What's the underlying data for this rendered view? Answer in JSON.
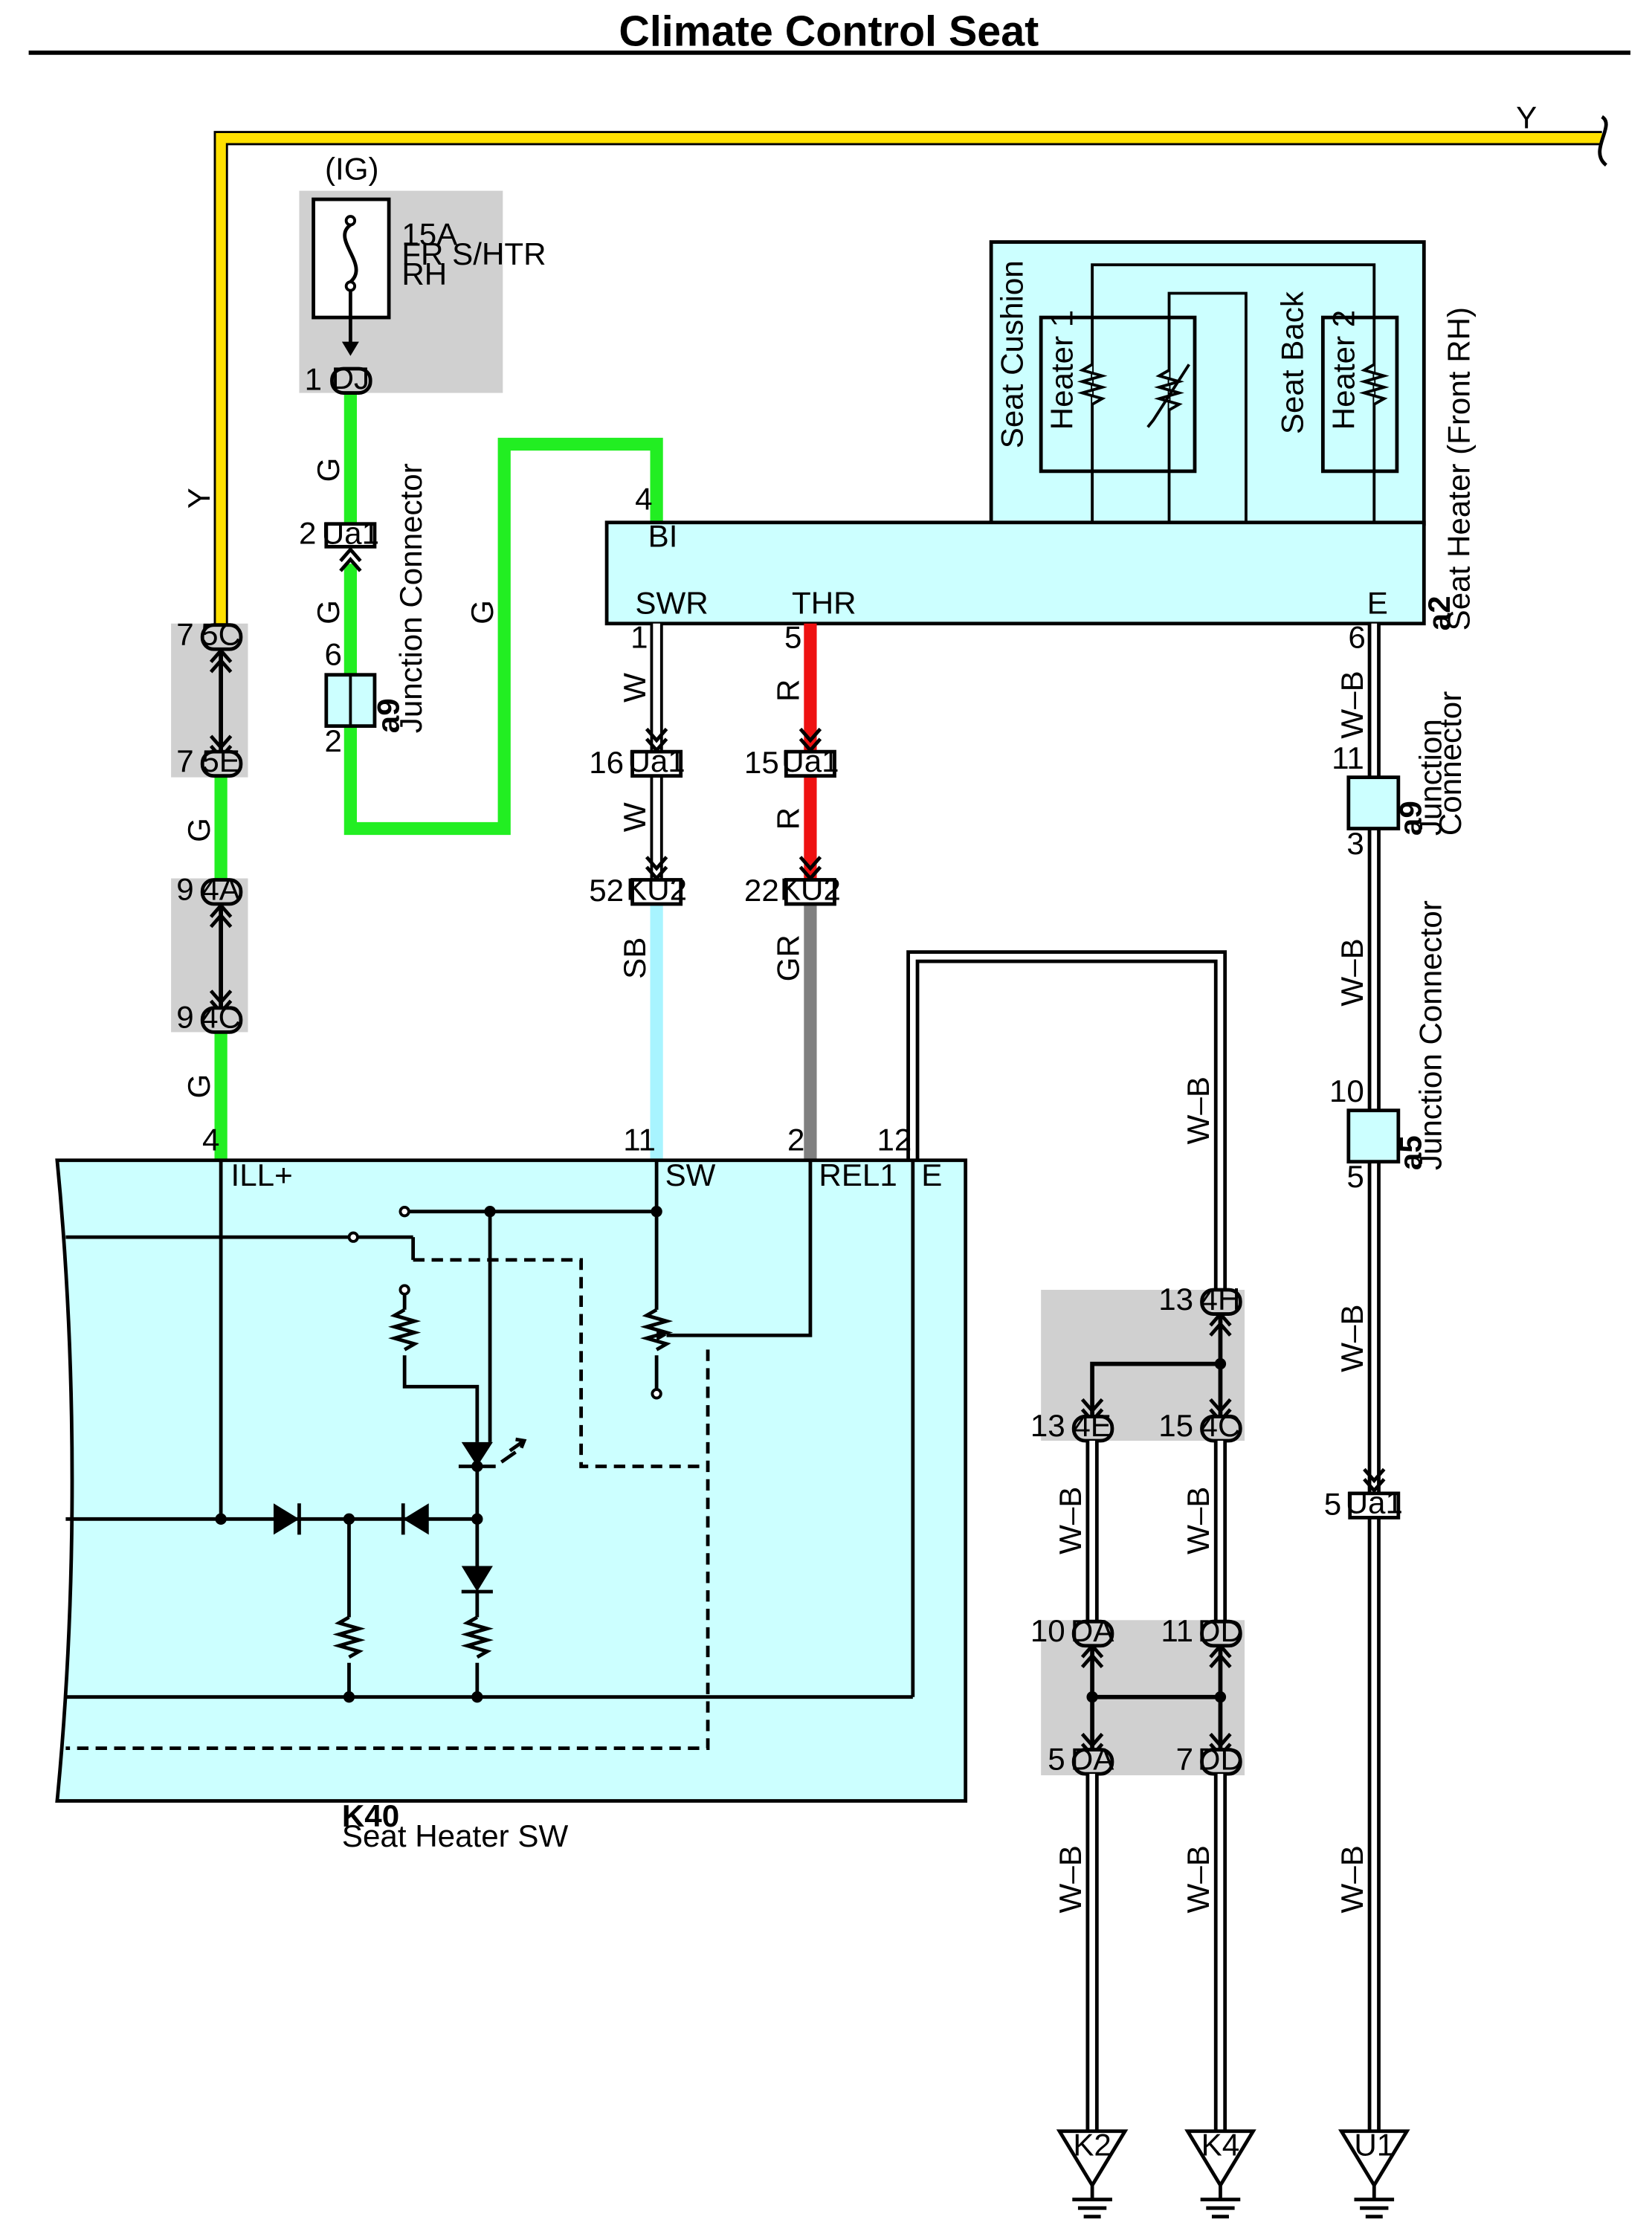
{
  "title": "Climate Control Seat",
  "colors": {
    "Y": "#ffe000",
    "G": "#22ee22",
    "R": "#ee1111",
    "SB": "#a8f4ff",
    "GR": "#808080",
    "component_fill": "#ccffff",
    "junction_fill": "#d0d0d0"
  },
  "wire_labels": {
    "y_top": "Y",
    "y_left": "Y",
    "g1": "G",
    "g2": "G",
    "g3": "G",
    "g4": "G",
    "g5": "G",
    "w1": "W",
    "w2": "W",
    "r1": "R",
    "r2": "R",
    "sb": "SB",
    "gr": "GR",
    "wb_right1": "W–B",
    "wb_right2": "W–B",
    "wb_right3": "W–B",
    "wb_right4": "W–B",
    "wb_mid": "W–B",
    "wb_k2a": "W–B",
    "wb_k2b": "W–B",
    "wb_k4a": "W–B",
    "wb_k4b": "W–B"
  },
  "fuse": {
    "ig": "(IG)",
    "amp": "15A",
    "name_1": "FR S/HTR",
    "name_2": "RH"
  },
  "seat_heater": {
    "code": "a2",
    "name": "Seat Heater (Front RH)",
    "cushion": "Seat Cushion",
    "back": "Seat Back",
    "heater1": "Heater 1",
    "heater2": "Heater 2",
    "pin_bl": "BI",
    "pin_swr": "SWR",
    "pin_thr": "THR",
    "pin_e": "E"
  },
  "junction_a9_left": {
    "code": "a9",
    "name": "Junction Connector"
  },
  "junction_a9_right": {
    "code": "a9",
    "name_1": "Junction",
    "name_2": "Connector"
  },
  "junction_a5": {
    "code": "a5",
    "name": "Junction Connector"
  },
  "switch_k40": {
    "code": "K40",
    "name": "Seat Heater SW",
    "pin_ill": "ILL+",
    "pin_sw": "SW",
    "pin_rel": "REL1",
    "pin_e": "E"
  },
  "connectors": {
    "DJ": "DJ",
    "Ua1": "Ua1",
    "KU2": "KU2",
    "c5C": "5C",
    "c5E": "5E",
    "c4A": "4A",
    "c4C": "4C",
    "c4H": "4H",
    "c4E": "4E",
    "c4C2": "4C",
    "DA": "DA",
    "DD": "DD"
  },
  "pins": {
    "dj": "1",
    "ua1_left": "2",
    "a9l_top": "6",
    "a9l_bot": "2",
    "bl": "4",
    "c5C": "7",
    "c5E": "7",
    "c4A": "9",
    "c4C": "9",
    "swr": "1",
    "thr": "5",
    "e_top": "6",
    "ua1_w": "16",
    "ua1_r": "15",
    "ku2_sb": "52",
    "ku2_gr": "22",
    "a9r_top": "11",
    "a9r_bot": "3",
    "a5_top": "10",
    "a5_bot": "5",
    "ill": "4",
    "sw": "11",
    "rel": "2",
    "e_k40": "12",
    "c4H": "13",
    "c4E": "13",
    "c4C2": "15",
    "DA_top": "10",
    "DD_top": "11",
    "DA_bot": "5",
    "DD_bot": "7",
    "ua1_bottom": "5"
  },
  "grounds": {
    "k2": "K2",
    "k4": "K4",
    "u1": "U1"
  }
}
